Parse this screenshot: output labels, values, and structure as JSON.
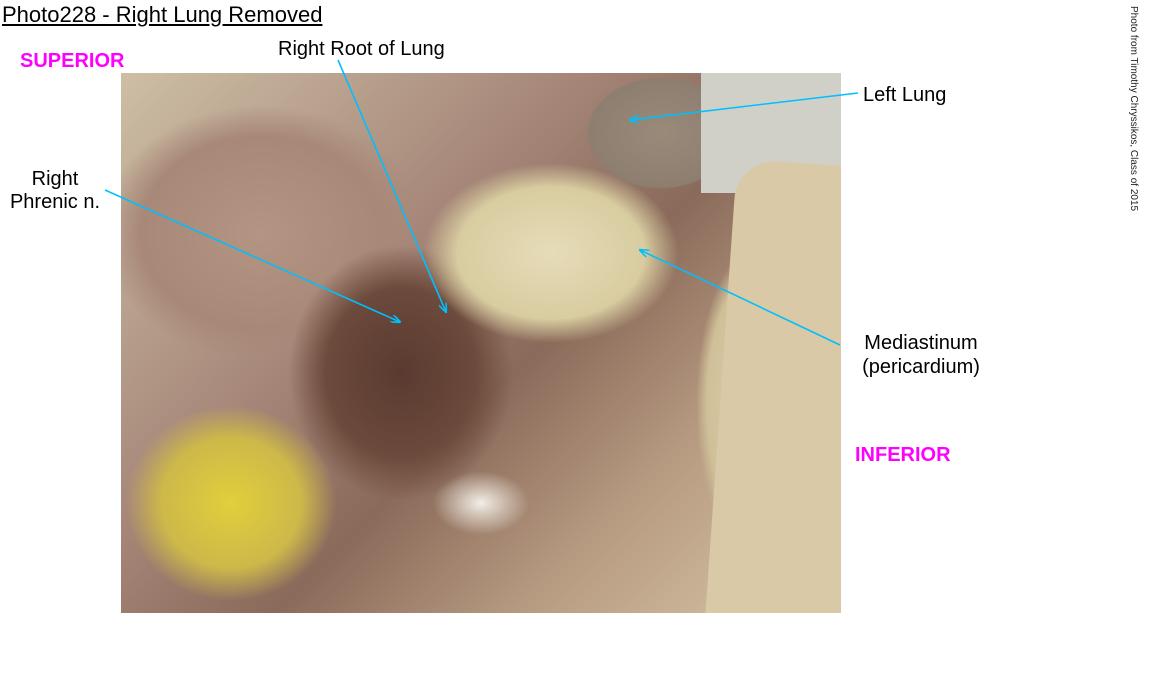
{
  "title": "Photo228 - Right Lung Removed",
  "orientation": {
    "superior": "SUPERIOR",
    "inferior": "INFERIOR"
  },
  "labels": {
    "right_root_of_lung": "Right Root of Lung",
    "right_phrenic_line1": "Right",
    "right_phrenic_line2": "Phrenic n.",
    "left_lung": "Left Lung",
    "mediastinum_line1": "Mediastinum",
    "mediastinum_line2": "(pericardium)"
  },
  "credit": "Photo from Timothy Chryssikos, Class of 2015",
  "colors": {
    "orientation": "#ff00ff",
    "arrow": "#00bfff"
  }
}
